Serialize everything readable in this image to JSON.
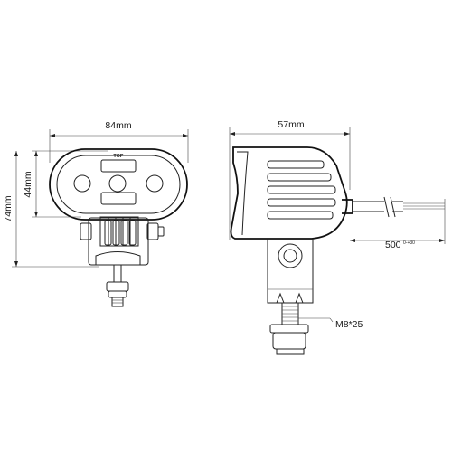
{
  "dimensions": {
    "front_width": "84mm",
    "lens_height": "44mm",
    "total_height": "74mm",
    "side_depth": "57mm",
    "cable_length": "500",
    "cable_tolerance": "0-+30",
    "bolt_spec": "M8*25"
  },
  "labels": {
    "top_marking": "TOP"
  }
}
